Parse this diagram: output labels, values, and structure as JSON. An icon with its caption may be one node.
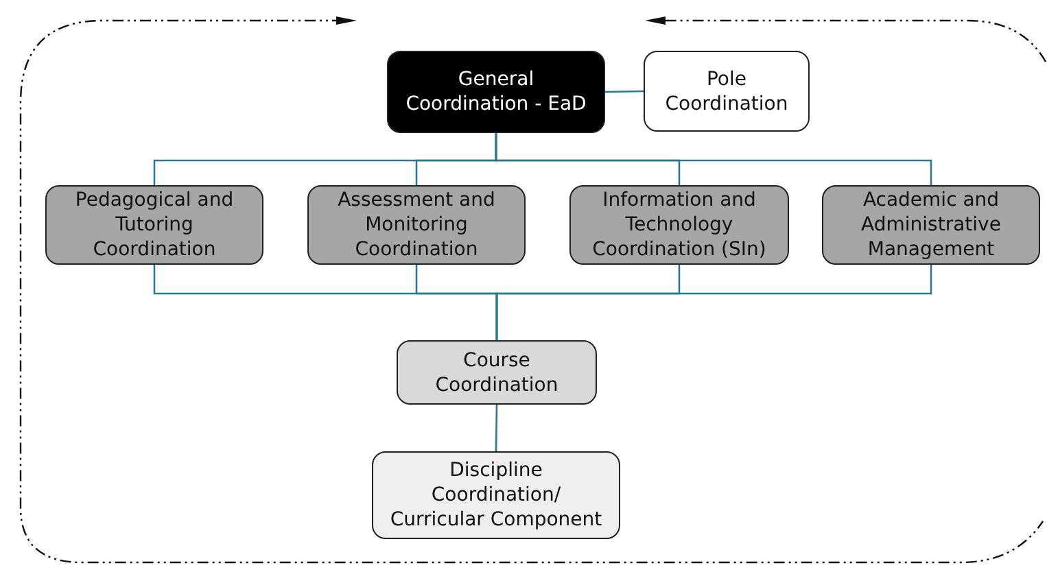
{
  "diagram": {
    "nodes": [
      {
        "text": [
          "General Coordination - EaD"
        ]
      },
      {
        "text": [
          "Pole Coordination"
        ]
      },
      {
        "text": [
          "Pedagogical and Tutoring Coordination"
        ]
      },
      {
        "text": [
          "Assessment and Monitoring Coordination"
        ]
      },
      {
        "text": [
          "Information and Technology Coordination (SIn)"
        ]
      },
      {
        "text": [
          "Academic and Administrative Management"
        ]
      },
      {
        "text": [
          "Course Coordination"
        ]
      },
      {
        "text": [
          "Discipline Coordination/ Curricular Component"
        ]
      }
    ],
    "edges": [
      {
        "from": 0,
        "to": 1,
        "arrow": "none"
      },
      {
        "from": 0,
        "to": 2,
        "arrow": "none"
      },
      {
        "from": 0,
        "to": 3,
        "arrow": "none"
      },
      {
        "from": 0,
        "to": 4,
        "arrow": "none"
      },
      {
        "from": 0,
        "to": 5,
        "arrow": "none"
      },
      {
        "from": 2,
        "to": 6,
        "arrow": "none"
      },
      {
        "from": 3,
        "to": 6,
        "arrow": "none"
      },
      {
        "from": 4,
        "to": 6,
        "arrow": "none"
      },
      {
        "from": 5,
        "to": 6,
        "arrow": "none"
      },
      {
        "from": 6,
        "to": 7,
        "arrow": "none"
      }
    ]
  }
}
